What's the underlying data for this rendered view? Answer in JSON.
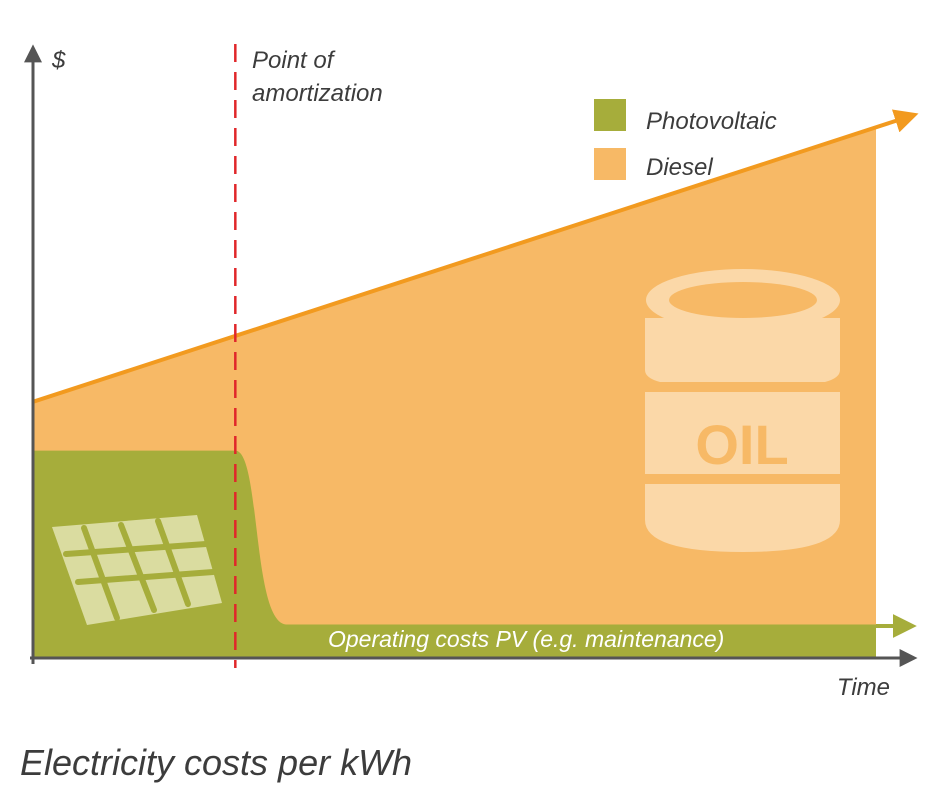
{
  "chart_data": {
    "type": "area",
    "y_axis_label": "$",
    "x_axis_label": "Time",
    "amortization_label_line1": "Point of",
    "amortization_label_line2": "amortization",
    "operating_costs_label": "Operating costs PV (e.g. maintenance)",
    "caption": "Electricity costs per kWh",
    "barrel_label": "OIL",
    "amortization_x": 0.24,
    "series": [
      {
        "name": "Photovoltaic",
        "color": "#a6ad3b",
        "icon": "solar-panel-icon",
        "points": [
          [
            0,
            0.34
          ],
          [
            0.24,
            0.34
          ],
          [
            0.28,
            0.06
          ],
          [
            0.3,
            0.055
          ],
          [
            1,
            0.055
          ]
        ]
      },
      {
        "name": "Diesel",
        "color": "#f7b966",
        "line_color": "#f29a1f",
        "icon": "oil-barrel-icon",
        "points": [
          [
            0,
            0.42
          ],
          [
            1,
            0.87
          ]
        ]
      }
    ]
  }
}
